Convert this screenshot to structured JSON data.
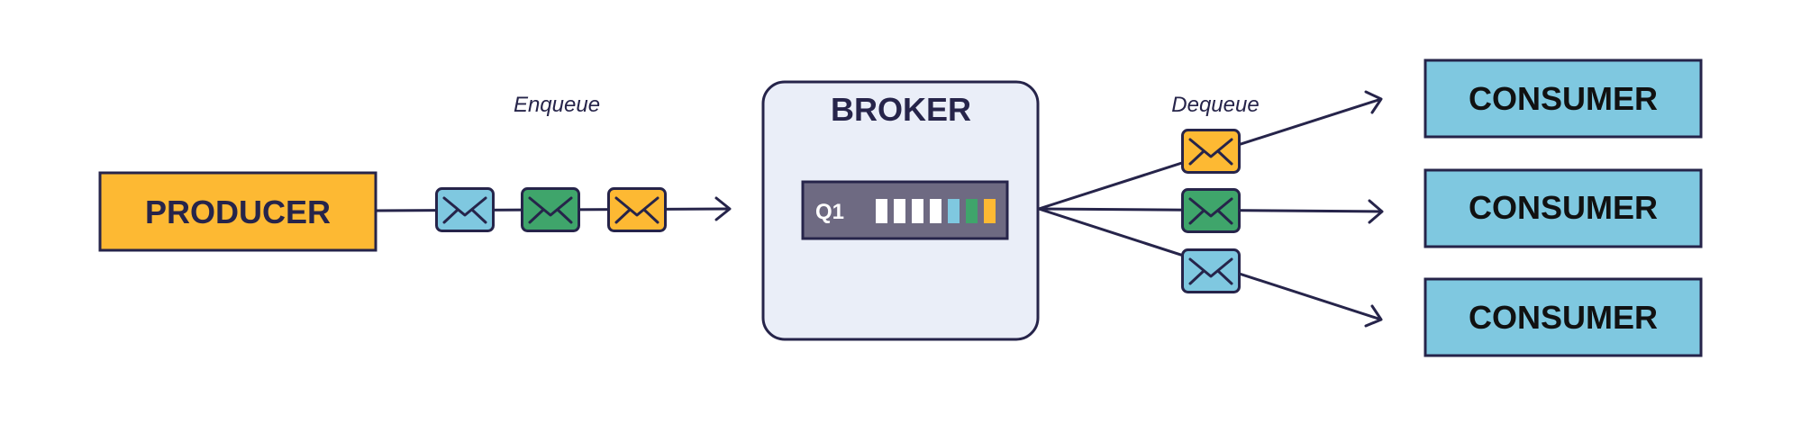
{
  "producer": {
    "label": "PRODUCER"
  },
  "enqueue": {
    "label": "Enqueue"
  },
  "broker": {
    "label": "BROKER",
    "queue": {
      "label": "Q1"
    }
  },
  "dequeue": {
    "label": "Dequeue"
  },
  "consumers": [
    {
      "label": "CONSUMER"
    },
    {
      "label": "CONSUMER"
    },
    {
      "label": "CONSUMER"
    }
  ],
  "colors": {
    "orange": "#FDB933",
    "green": "#3FA56B",
    "blue": "#7FC8E0",
    "stroke": "#26244A",
    "broker_fill": "#EAEEF8",
    "queue_fill": "#6E6A82"
  }
}
